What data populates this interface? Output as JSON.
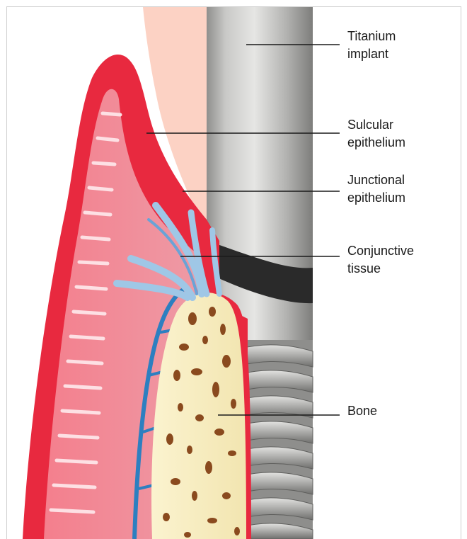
{
  "labels": {
    "titanium": {
      "line1": "Titanium",
      "line2": "implant"
    },
    "sulcular": {
      "line1": "Sulcular",
      "line2": "epithelium"
    },
    "junctional": {
      "line1": "Junctional",
      "line2": "epithelium"
    },
    "conjunctive": {
      "line1": "Conjunctive",
      "line2": "tissue"
    },
    "bone": {
      "line1": "Bone"
    }
  },
  "colors": {
    "gum_red": "#e8293f",
    "gum_pink": "#f2848f",
    "crown_peach": "#fcd2c4",
    "implant_grey": "#b9b9b7",
    "collar_dark": "#2a2a2a",
    "bone_cream": "#f8efc6",
    "bone_pore": "#8a4a1e",
    "vessel_blue": "#2d7fc0",
    "fiber_blue": "#9fc7e6"
  }
}
